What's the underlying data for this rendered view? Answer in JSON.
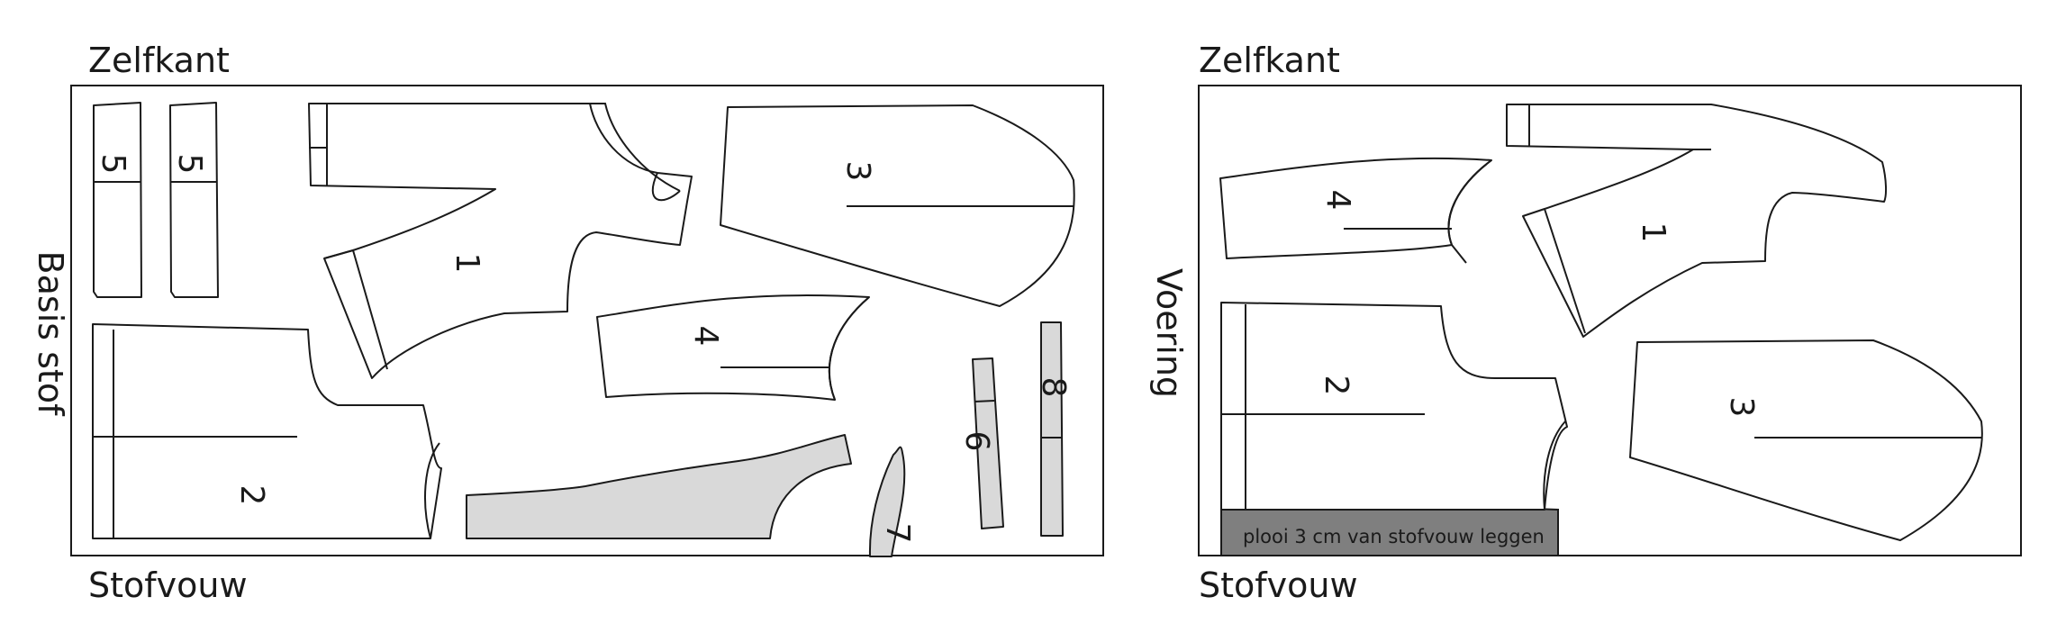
{
  "left_layout": {
    "top_edge": "Zelfkant",
    "bottom_edge": "Stofvouw",
    "side_label": "Basis stof",
    "pieces": [
      "5",
      "5",
      "1",
      "3",
      "2",
      "4",
      "6",
      "8",
      "7"
    ]
  },
  "right_layout": {
    "top_edge": "Zelfkant",
    "bottom_edge": "Stofvouw",
    "side_label": "Voering",
    "pieces": [
      "4",
      "1",
      "2",
      "3"
    ],
    "note": "plooi 3 cm van stofvouw leggen"
  },
  "colors": {
    "outline": "#1a1a1a",
    "light_fill": "#d9d9d9",
    "dark_fill": "#7f7f7f",
    "piece_fill": "#ffffff"
  }
}
